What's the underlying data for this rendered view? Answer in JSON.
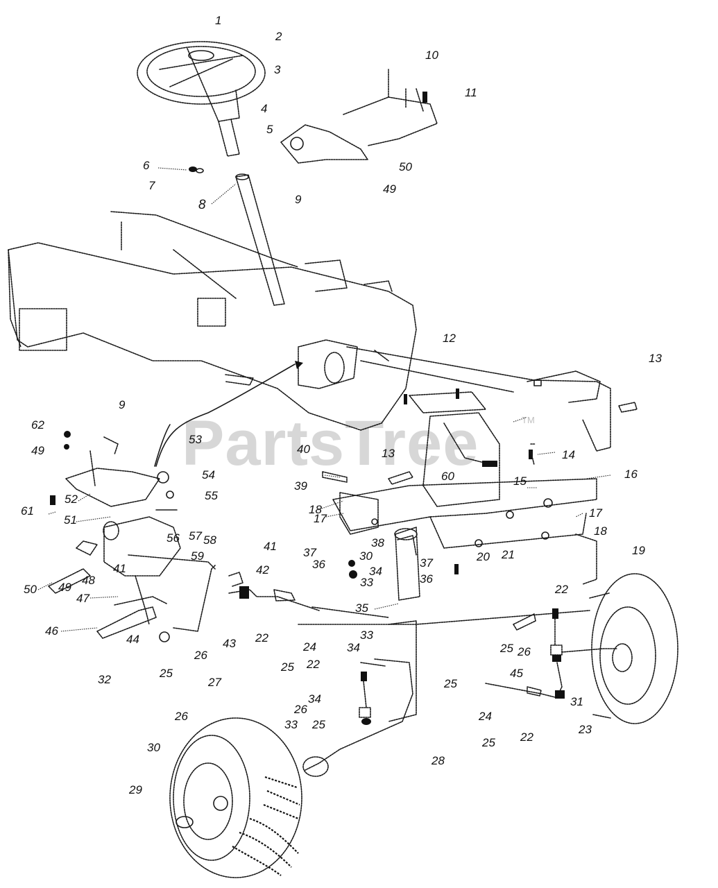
{
  "watermark": {
    "text": "PartsTree",
    "trademark": "TM"
  },
  "part_labels": [
    "1",
    "2",
    "3",
    "10",
    "11",
    "4",
    "5",
    "6",
    "7",
    "8",
    "9",
    "50",
    "49",
    "12",
    "13",
    "9",
    "62",
    "49",
    "53",
    "40",
    "13",
    "14",
    "60",
    "54",
    "16",
    "61",
    "52",
    "55",
    "39",
    "15",
    "51",
    "18",
    "17",
    "17",
    "18",
    "56",
    "57",
    "58",
    "37",
    "30",
    "38",
    "41",
    "36",
    "19",
    "59",
    "42",
    "34",
    "37",
    "20",
    "21",
    "50",
    "49",
    "48",
    "41",
    "33",
    "36",
    "47",
    "22",
    "35",
    "46",
    "44",
    "33",
    "43",
    "22",
    "26",
    "24",
    "34",
    "25",
    "26",
    "25",
    "22",
    "25",
    "45",
    "32",
    "27",
    "25",
    "31",
    "26",
    "34",
    "26",
    "24",
    "33",
    "25",
    "23",
    "30",
    "22",
    "25",
    "28",
    "29"
  ]
}
